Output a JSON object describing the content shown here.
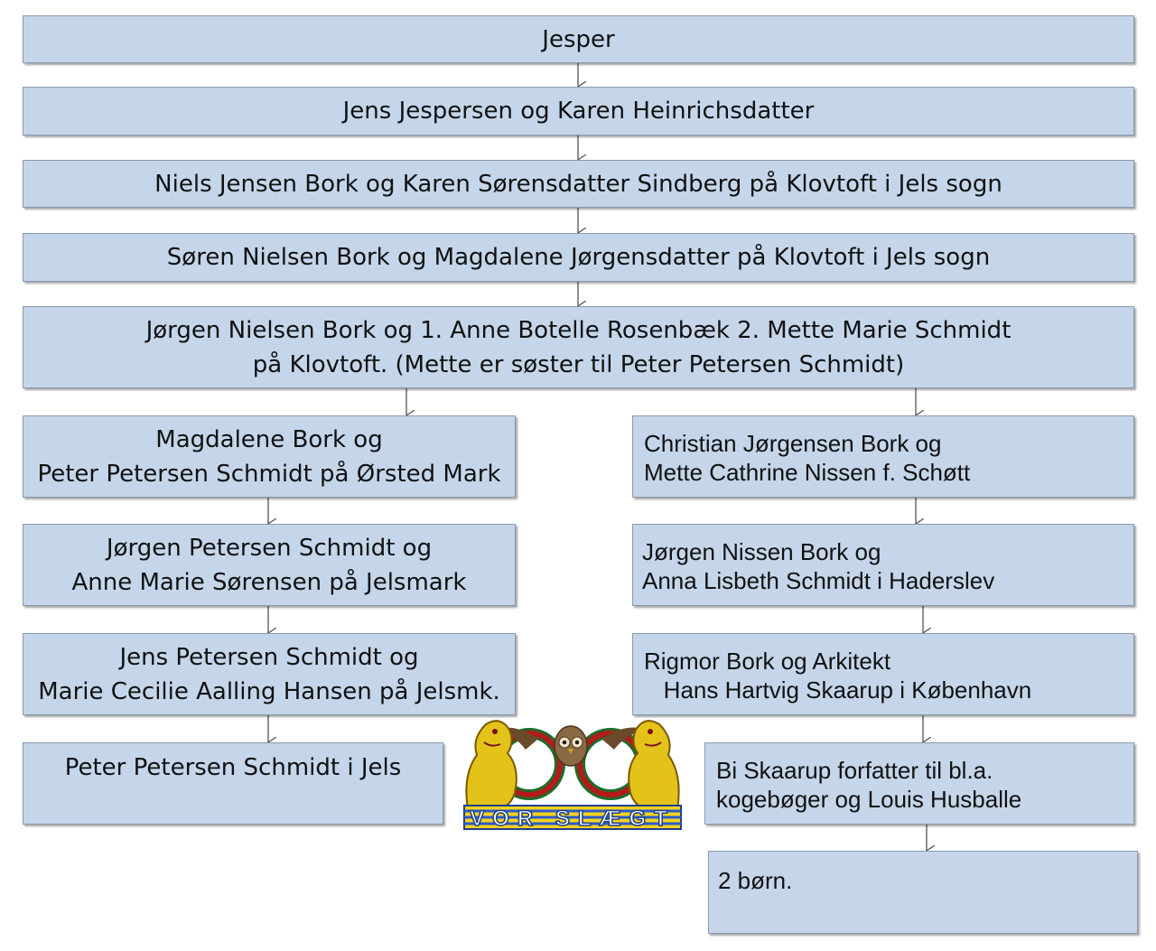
{
  "main_chain": [
    {
      "lines": [
        "Jesper"
      ]
    },
    {
      "lines": [
        "Jens Jespersen og Karen Heinrichsdatter"
      ]
    },
    {
      "lines": [
        "Niels Jensen Bork og Karen Sørensdatter Sindberg på Klovtoft i Jels sogn"
      ]
    },
    {
      "lines": [
        "Søren Nielsen Bork og Magdalene Jørgensdatter på Klovtoft i Jels sogn"
      ]
    },
    {
      "lines": [
        "Jørgen Nielsen Bork og 1. Anne Botelle Rosenbæk 2. Mette Marie Schmidt",
        "på Klovtoft. (Mette er søster til Peter Petersen Schmidt)"
      ]
    }
  ],
  "left_branch": [
    {
      "lines": [
        "Magdalene Bork og",
        "Peter Petersen Schmidt på Ørsted Mark"
      ]
    },
    {
      "lines": [
        "Jørgen Petersen Schmidt og",
        "Anne Marie Sørensen på Jelsmark"
      ]
    },
    {
      "lines": [
        "Jens Petersen Schmidt og",
        "Marie Cecilie Aalling Hansen på Jelsmk."
      ]
    },
    {
      "lines": [
        "Peter Petersen Schmidt i Jels"
      ]
    }
  ],
  "right_branch": [
    {
      "lines": [
        "Christian Jørgensen Bork og",
        "Mette Cathrine Nissen f. Schøtt"
      ]
    },
    {
      "lines": [
        "Jørgen Nissen Bork og",
        "Anna Lisbeth Schmidt i Haderslev"
      ]
    },
    {
      "lines": [
        "Rigmor Bork og Arkitekt",
        "   Hans Hartvig Skaarup i København"
      ]
    },
    {
      "lines": [
        "Bi Skaarup forfatter til bl.a.",
        "kogebøger og Louis Husballe"
      ]
    },
    {
      "lines": [
        "2 børn."
      ]
    }
  ],
  "logo": {
    "banner_text": "VOR SLÆGT",
    "icon": "family-crest-icon"
  },
  "colors": {
    "box_fill": "#c5d6ea",
    "box_border": "#8a9aae",
    "arrow": "#555555"
  }
}
